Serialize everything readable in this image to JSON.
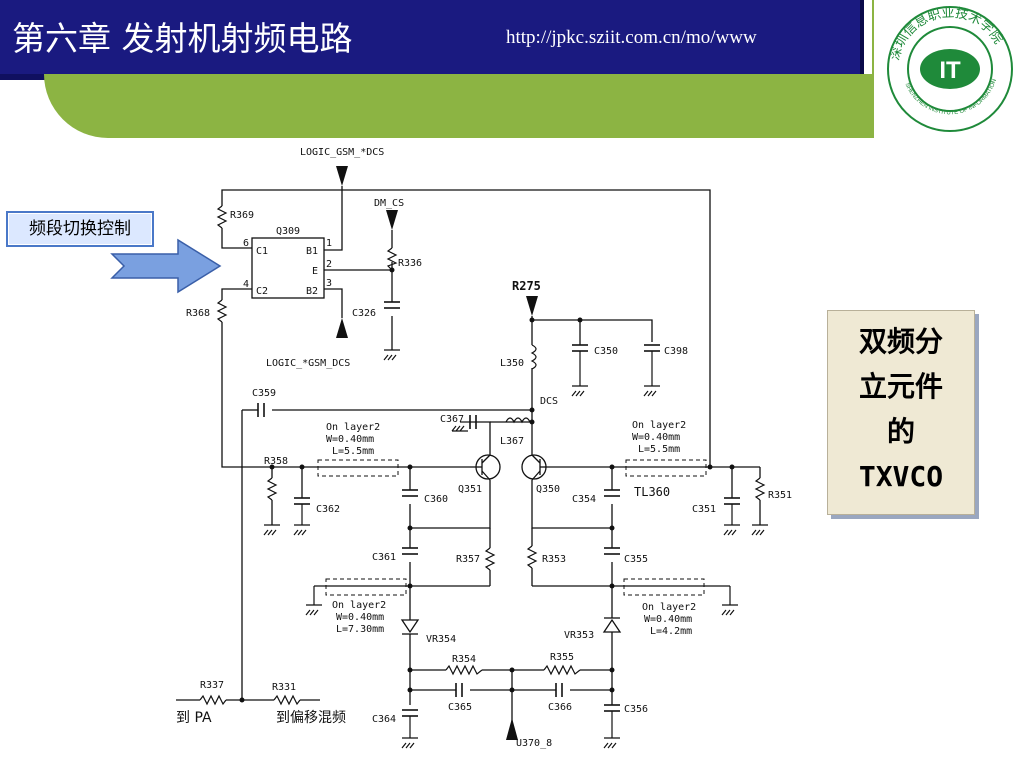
{
  "header": {
    "title": "第六章  发射机射频电路",
    "url": "http://jpkc.sziit.com.cn/mo/www"
  },
  "logo": {
    "ring_text": "深圳信息职业技术学院",
    "ring_text_en": "SHENZHEN INSTITUTE OF INFORMATION TECHNOLOGY",
    "center_text": "IT",
    "ring_color": "#1f8a3a"
  },
  "callouts": {
    "band_switch": "频段切换控制",
    "txvco_lines": [
      "双频分",
      "立元件",
      "的",
      "TXVCO"
    ]
  },
  "schematic": {
    "components": {
      "q309": "Q309",
      "q351": "Q351",
      "q350": "Q350",
      "r369": "R369",
      "r368": "R368",
      "r336": "R336",
      "r275": "R275",
      "r358": "R358",
      "r357": "R357",
      "r353": "R353",
      "r351": "R351",
      "r354": "R354",
      "r355": "R355",
      "r337": "R337",
      "r331": "R331",
      "c326": "C326",
      "c350": "C350",
      "c398": "C398",
      "c359": "C359",
      "c367": "C367",
      "c360": "C360",
      "c354": "C354",
      "c351": "C351",
      "c362": "C362",
      "c361": "C361",
      "c355": "C355",
      "c365": "C365",
      "c366": "C366",
      "c364": "C364",
      "c356": "C356",
      "l350": "L350",
      "l367": "L367",
      "tl360": "TL360",
      "vr354": "VR354",
      "vr353": "VR353"
    },
    "pins": {
      "c1": "C1",
      "c2": "C2",
      "b1": "B1",
      "b2": "B2",
      "e": "E",
      "p6": "6",
      "p4": "4",
      "p1": "1",
      "p2": "2",
      "p3": "3"
    },
    "nets": {
      "logic_gsm_dcs": "LOGIC_GSM_*DCS",
      "logic_gsm_dcs2": "LOGIC_*GSM_DCS",
      "dm_cs": "DM_CS",
      "dcs": "DCS",
      "u370": "U370_8",
      "to_pa": "到 PA",
      "to_mixer": "到偏移混频"
    },
    "layer_notes": {
      "a": [
        "On layer2",
        "W=0.40mm",
        "L=5.5mm"
      ],
      "b": [
        "On layer2",
        "W=0.40mm",
        "L=5.5mm"
      ],
      "c": [
        "On layer2",
        "W=0.40mm",
        "L=7.30mm"
      ],
      "d": [
        "On layer2",
        "W=0.40mm",
        "L=4.2mm"
      ]
    }
  }
}
